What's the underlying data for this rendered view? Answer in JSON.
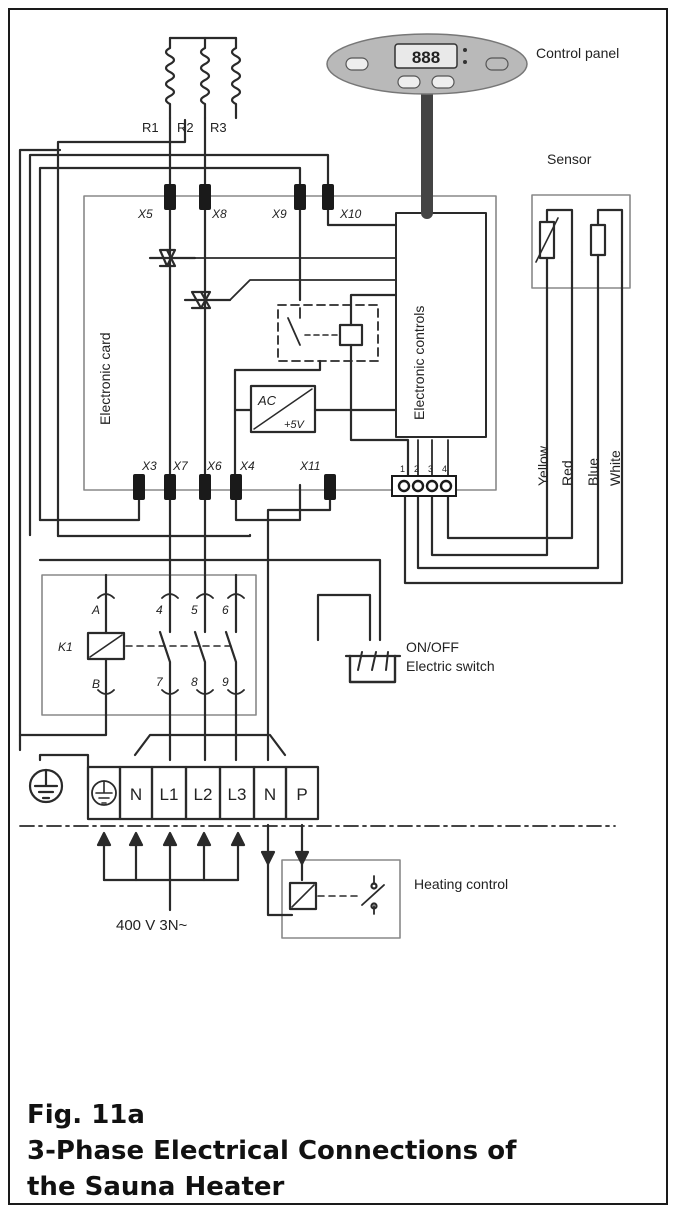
{
  "labels": {
    "control_panel": "Control panel",
    "display": "888",
    "sensor": "Sensor",
    "electronic_card": "Electronic card",
    "electronic_controls": "Electronic controls",
    "converter_ac": "AC",
    "converter_dc": "+5V",
    "resistors": [
      "R1",
      "R2",
      "R3"
    ],
    "top_terminals": [
      "X5",
      "X8",
      "X9",
      "X10"
    ],
    "bottom_terminals": [
      "X3",
      "X7",
      "X6",
      "X4",
      "X11"
    ],
    "sensor_pins": [
      "1",
      "2",
      "3",
      "4"
    ],
    "wire_colors": [
      "Yellow",
      "Red",
      "Blue",
      "White"
    ],
    "contactor": "K1",
    "contactor_coil_top": "A",
    "contactor_coil_bottom": "B",
    "contactor_top_pins": [
      "4",
      "5",
      "6"
    ],
    "contactor_bottom_pins": [
      "7",
      "8",
      "9"
    ],
    "switch_line1": "ON/OFF",
    "switch_line2": "Electric switch",
    "terminal_block": [
      "N",
      "L1",
      "L2",
      "L3",
      "N",
      "P"
    ],
    "supply": "400 V 3N~",
    "heating_control": "Heating control"
  },
  "caption": {
    "line1": "Fig. 11a",
    "line2": "3-Phase Electrical Connections of",
    "line3": "the Sauna Heater"
  }
}
